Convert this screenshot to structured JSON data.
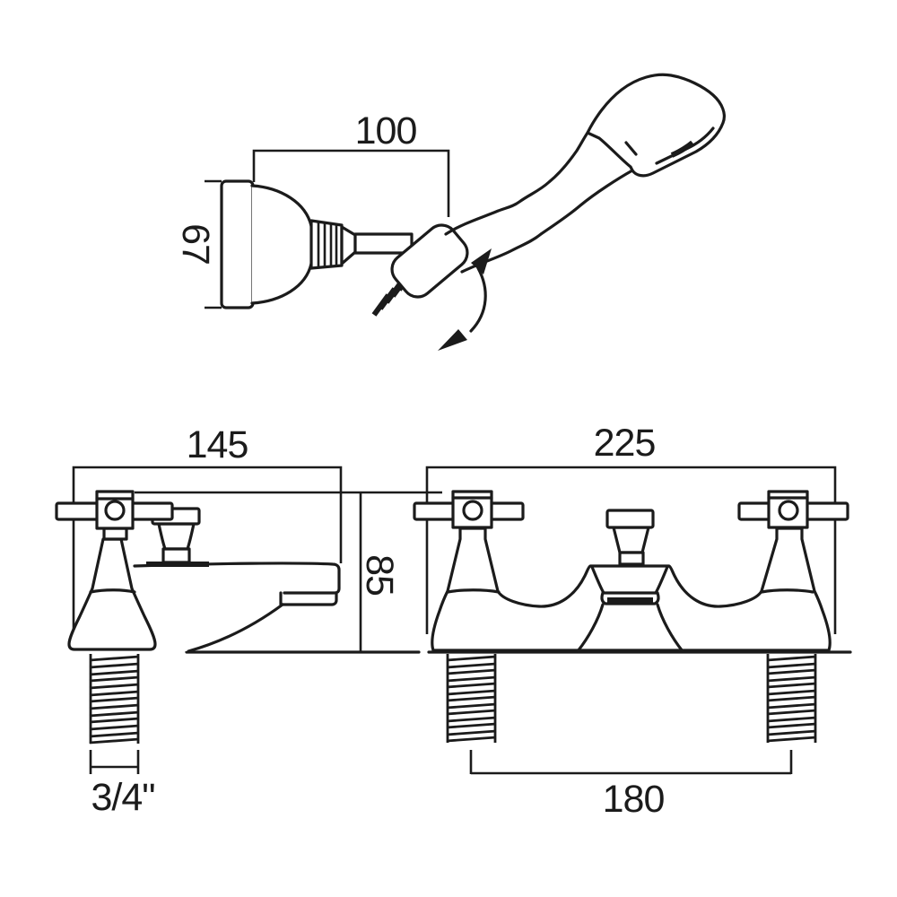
{
  "canvas": {
    "background": "#ffffff",
    "line_color": "#1b1b1b"
  },
  "dimensions": {
    "handset_width": "100",
    "bracket_height": "67",
    "side_width": "145",
    "body_height": "85",
    "thread_size": "3/4\"",
    "front_width": "225",
    "tail_centres": "180"
  }
}
